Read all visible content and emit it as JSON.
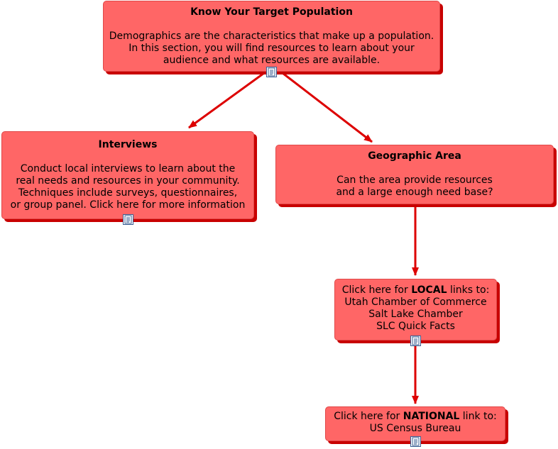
{
  "nodes": {
    "target": {
      "title": "Know Your Target Population",
      "line1": "Demographics are the characteristics that make up a population.",
      "line2": "In this section, you will find resources to learn about your",
      "line3": "audience and what resources are available."
    },
    "interviews": {
      "title": "Interviews",
      "line1": "Conduct local interviews to learn about the",
      "line2": "real needs and resources in your community.",
      "line3": "Techniques include surveys, questionnaires,",
      "line4": "or group panel.  Click here for more information"
    },
    "geographic": {
      "title": "Geographic Area",
      "line1": "Can the area provide resources",
      "line2": "and a large enough need base?"
    },
    "local": {
      "prefix": "Click here for ",
      "emph": "LOCAL",
      "suffix": " links to:",
      "line2": "Utah Chamber of Commerce",
      "line3": "Salt Lake Chamber",
      "line4": "SLC Quick Facts"
    },
    "national": {
      "prefix": "Click here for ",
      "emph": "NATIONAL",
      "suffix": " link to:",
      "line2": "US Census Bureau"
    }
  },
  "colors": {
    "node_fill": "#ff6666",
    "node_shadow": "#c80000",
    "edge": "#dd0000"
  },
  "icons": {
    "attachment": "document-icon"
  }
}
